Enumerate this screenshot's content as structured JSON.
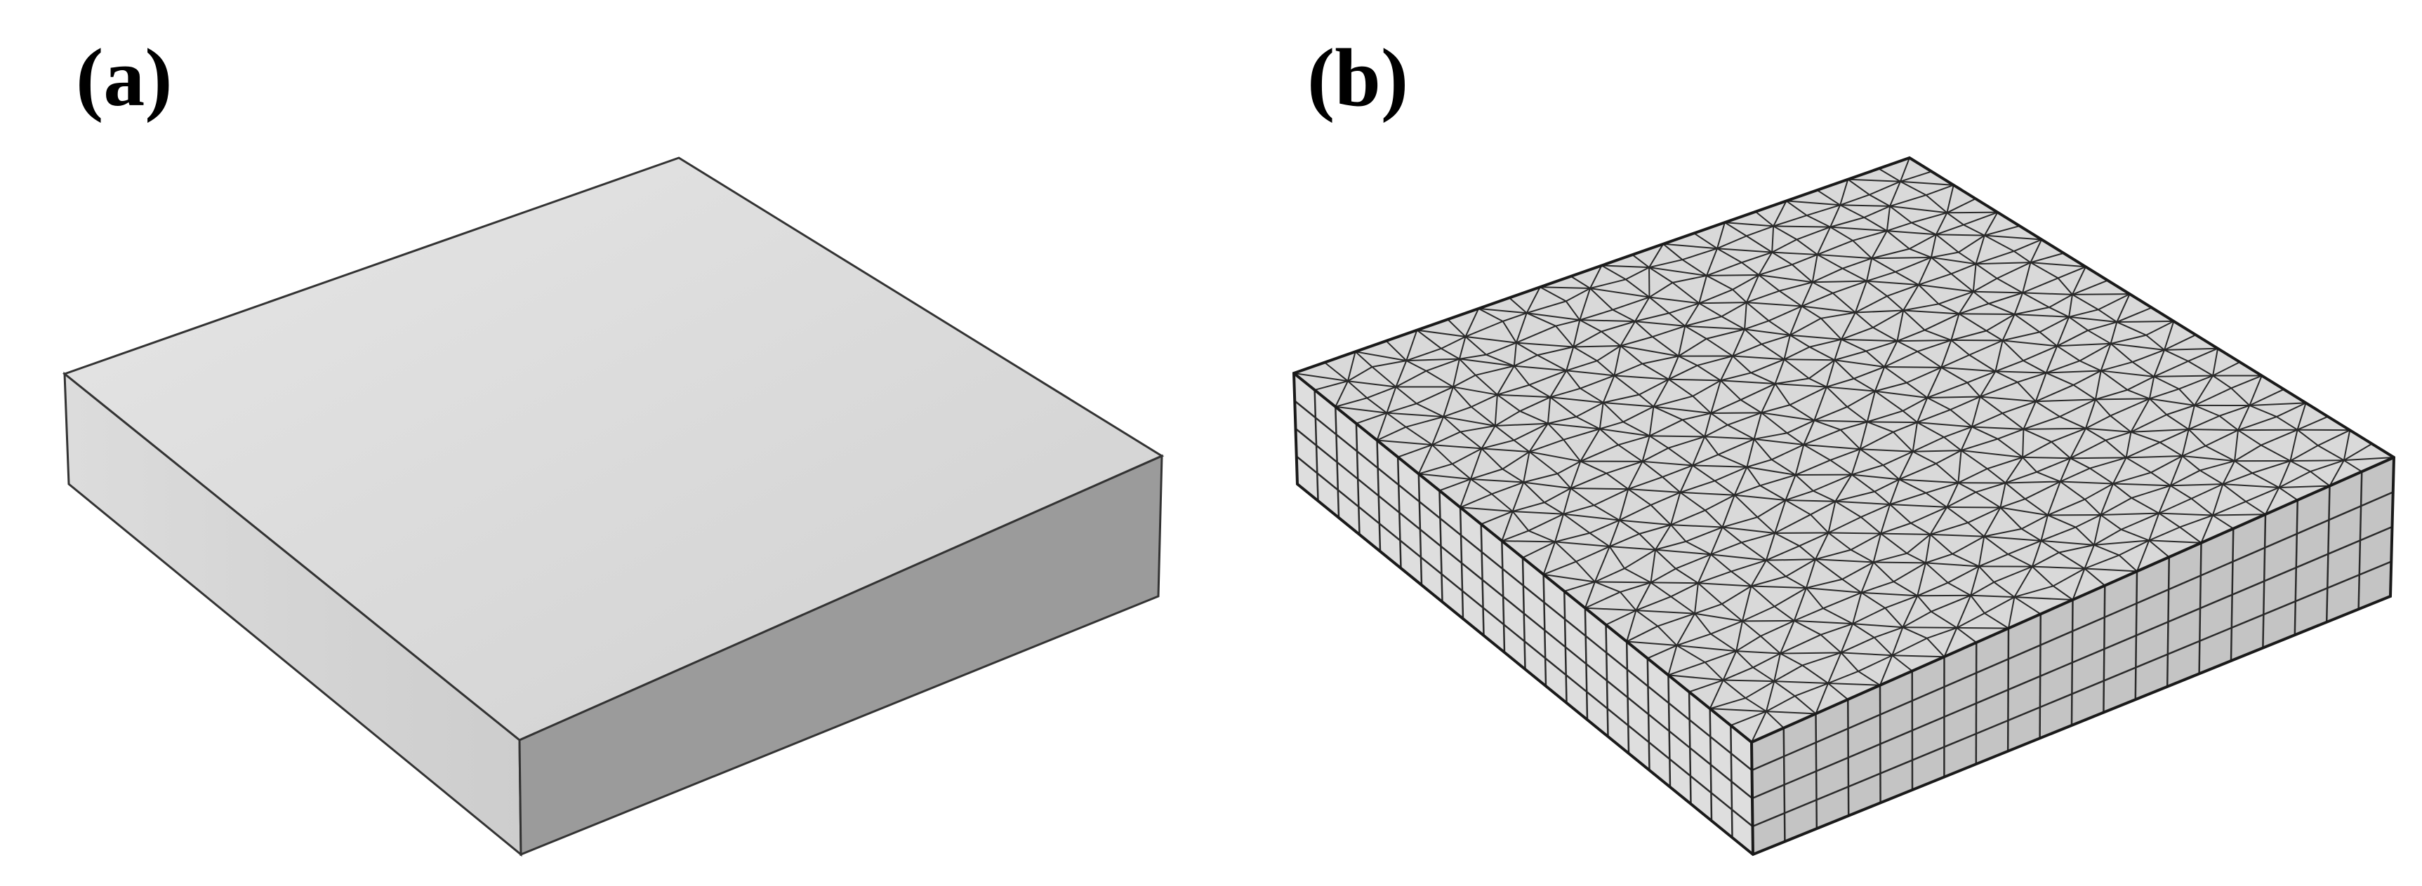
{
  "panels": [
    {
      "label": "(a)",
      "content": "solid-slab-geometry"
    },
    {
      "label": "(b)",
      "content": "meshed-slab",
      "mesh": {
        "top_face": "free-triangular",
        "side_faces": "quadrilateral-swept",
        "thickness_layers": 4
      }
    }
  ],
  "colors": {
    "top_face": "#dddddd",
    "left_face": "#d3d3d3",
    "right_face": "#9b9b9b",
    "mesh_left_face": "#dedede",
    "mesh_right_face": "#c2c2c2",
    "edge": "#333333",
    "mesh_line": "#2a2a2a"
  }
}
